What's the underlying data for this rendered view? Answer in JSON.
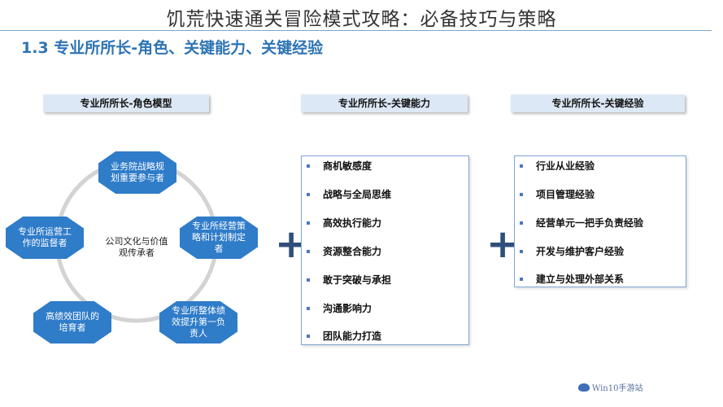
{
  "page_title": "饥荒快速通关冒险模式攻略：必备技巧与策略",
  "section_title": "1.3 专业所所长-角色、关键能力、关键经验",
  "panels": {
    "role_model": {
      "header": "专业所所长-角色模型",
      "center_text": "公司文化与价值观传承者",
      "nodes": {
        "top": "业务院战略规划重要参与者",
        "right": "专业所经营策略和计划制定者",
        "bottom_right": "专业所整体绩效提升第一负责人",
        "bottom_left": "高绩效团队的培育者",
        "left": "专业所运营工作的监督者"
      }
    },
    "key_abilities": {
      "header": "专业所所长-关键能力",
      "items": [
        "商机敏感度",
        "战略与全局思维",
        "高效执行能力",
        "资源整合能力",
        "敢于突破与承担",
        "沟通影响力",
        "团队能力打造"
      ]
    },
    "key_experience": {
      "header": "专业所所长-关键经验",
      "items": [
        "行业从业经验",
        "项目管理经验",
        "经营单元一把手负责经验",
        "开发与维护客户经验",
        "建立与处理外部关系"
      ]
    }
  },
  "plus_symbol": "+",
  "watermark": "Win10手游站"
}
